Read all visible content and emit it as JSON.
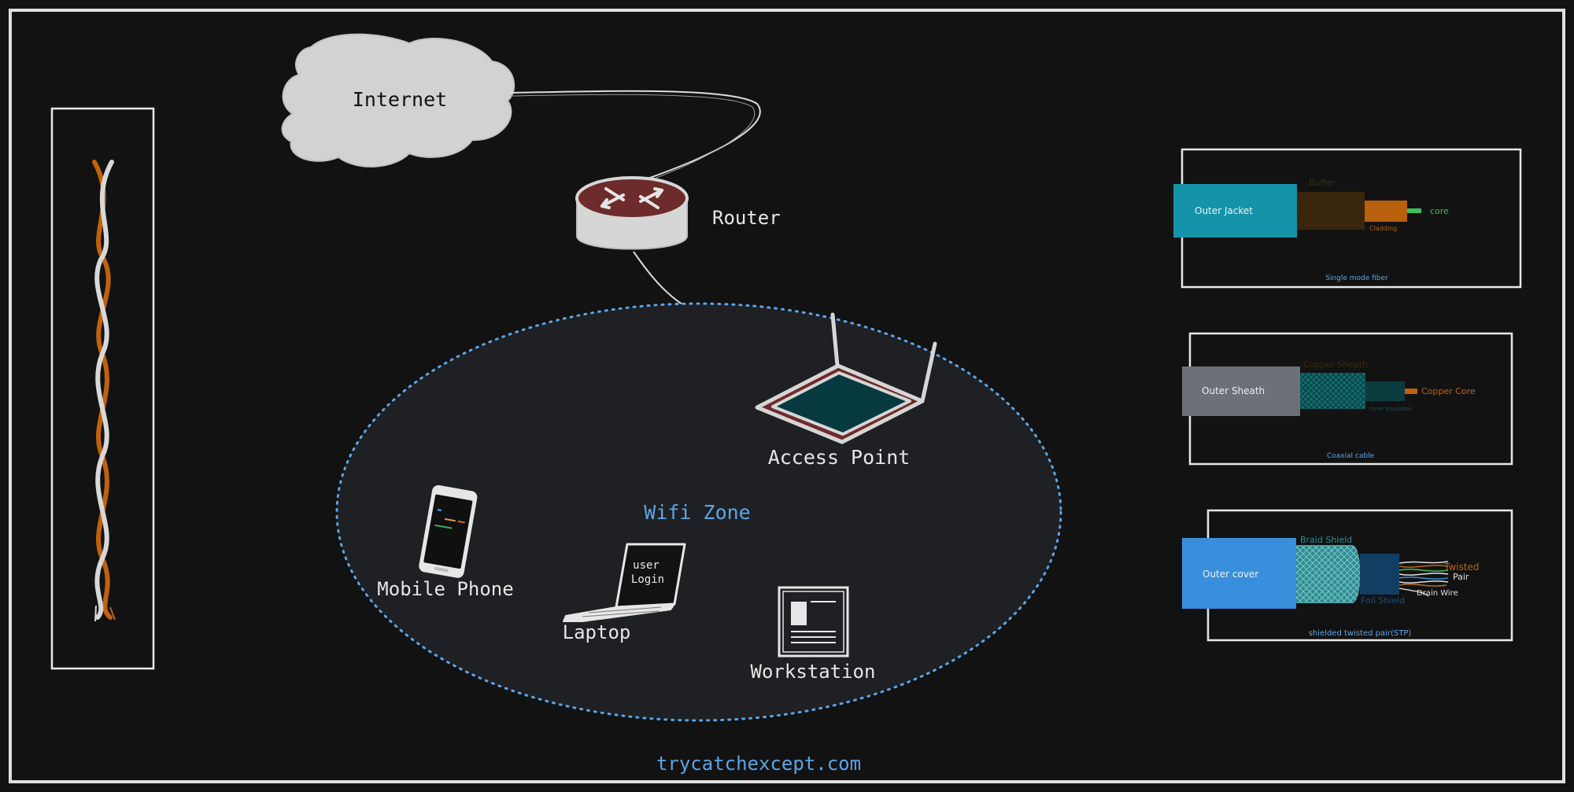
{
  "labels": {
    "internet": "Internet",
    "router": "Router",
    "access_point": "Access Point",
    "wifi_zone": "Wifi Zone",
    "mobile_phone": "Mobile Phone",
    "laptop": "Laptop",
    "laptop_screen_line1": "user",
    "laptop_screen_line2": "Login",
    "workstation": "Workstation",
    "site": "trycatchexcept.com"
  },
  "cables": {
    "fiber": {
      "outer": "Outer Jacket",
      "buffer": "Buffer",
      "cladding": "Cladding",
      "core": "core",
      "caption": "Single mode fiber"
    },
    "coax": {
      "outer": "Outer Sheath",
      "sheath": "Copper Sheath",
      "insulation": "Inner Insulation",
      "core": "Copper Core",
      "caption": "Coaxial cable"
    },
    "stp": {
      "outer": "Outer cover",
      "braid": "Braid Shield",
      "foil": "Foil Shield",
      "twisted_line1": "Twisted",
      "twisted_line2": "Pair",
      "drain": "Drain Wire",
      "caption": "shielded twisted pair(STP)"
    }
  },
  "colors": {
    "background": "#121212",
    "frame": "#e0e0e0",
    "accent_blue": "#5aa5e8",
    "wifi_zone_fill": "#1f2023",
    "router_top": "#6e2b2b",
    "access_point_screen": "#063a40",
    "fiber_outer": "#1593a8",
    "coax_outer": "#6c7178",
    "stp_outer": "#3a8fdc",
    "orange_wire": "#c0620c",
    "core_green": "#3fbf5b"
  }
}
